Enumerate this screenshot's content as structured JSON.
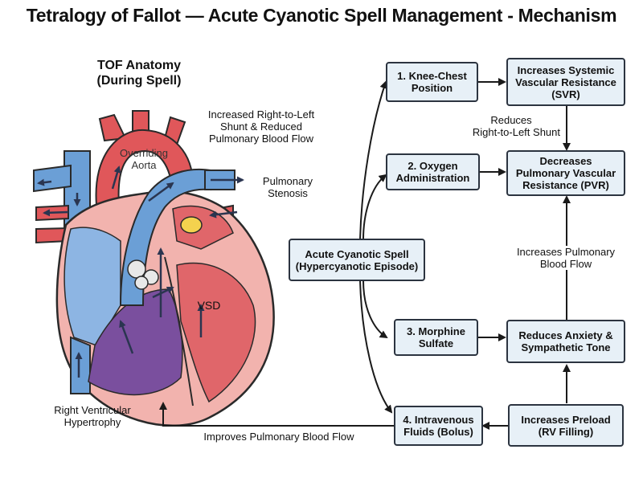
{
  "title": "Tetralogy of Fallot — Acute Cyanotic Spell Management - Mechanism",
  "heart": {
    "title_line1": "TOF Anatomy",
    "title_line2": "(During Spell)",
    "labels": {
      "overriding_aorta_1": "Overriding",
      "overriding_aorta_2": "Aorta",
      "shunt_1": "Increased Right-to-Left",
      "shunt_2": "Shunt & Reduced",
      "shunt_3": "Pulmonary Blood Flow",
      "stenosis_1": "Pulmonary",
      "stenosis_2": "Stenosis",
      "vsd": "VSD",
      "rvh_1": "Right Ventricular",
      "rvh_2": "Hypertrophy"
    }
  },
  "flow": {
    "center": {
      "line1": "Acute Cyanotic Spell",
      "line2": "(Hypercyanotic Episode)"
    },
    "steps": [
      {
        "line1": "1. Knee-Chest",
        "line2": "Position"
      },
      {
        "line1": "2. Oxygen",
        "line2": "Administration"
      },
      {
        "line1": "3. Morphine",
        "line2": "Sulfate"
      },
      {
        "line1": "4. Intravenous",
        "line2": "Fluids (Bolus)"
      }
    ],
    "effects": {
      "svr": {
        "line1": "Increases Systemic",
        "line2": "Vascular Resistance",
        "line3": "(SVR)"
      },
      "pvr": {
        "line1": "Decreases",
        "line2": "Pulmonary Vascular",
        "line3": "Resistance (PVR)"
      },
      "anxiety": {
        "line1": "Reduces Anxiety &",
        "line2": "Sympathetic Tone"
      },
      "preload": {
        "line1": "Increases Preload",
        "line2": "(RV Filling)"
      }
    },
    "edge_labels": {
      "reduces_shunt_1": "Reduces",
      "reduces_shunt_2": "Right-to-Left Shunt",
      "increases_pbf_1": "Increases Pulmonary",
      "increases_pbf_2": "Blood Flow",
      "improves_pbf": "Improves Pulmonary Blood Flow"
    }
  },
  "colors": {
    "box_fill": "#e7f0f7",
    "box_border": "#2c3440",
    "oxygenated": "#e0575a",
    "deoxygenated": "#6b9fd6",
    "mixed": "#7a4f9e",
    "muscle": "#f2b3ae"
  }
}
